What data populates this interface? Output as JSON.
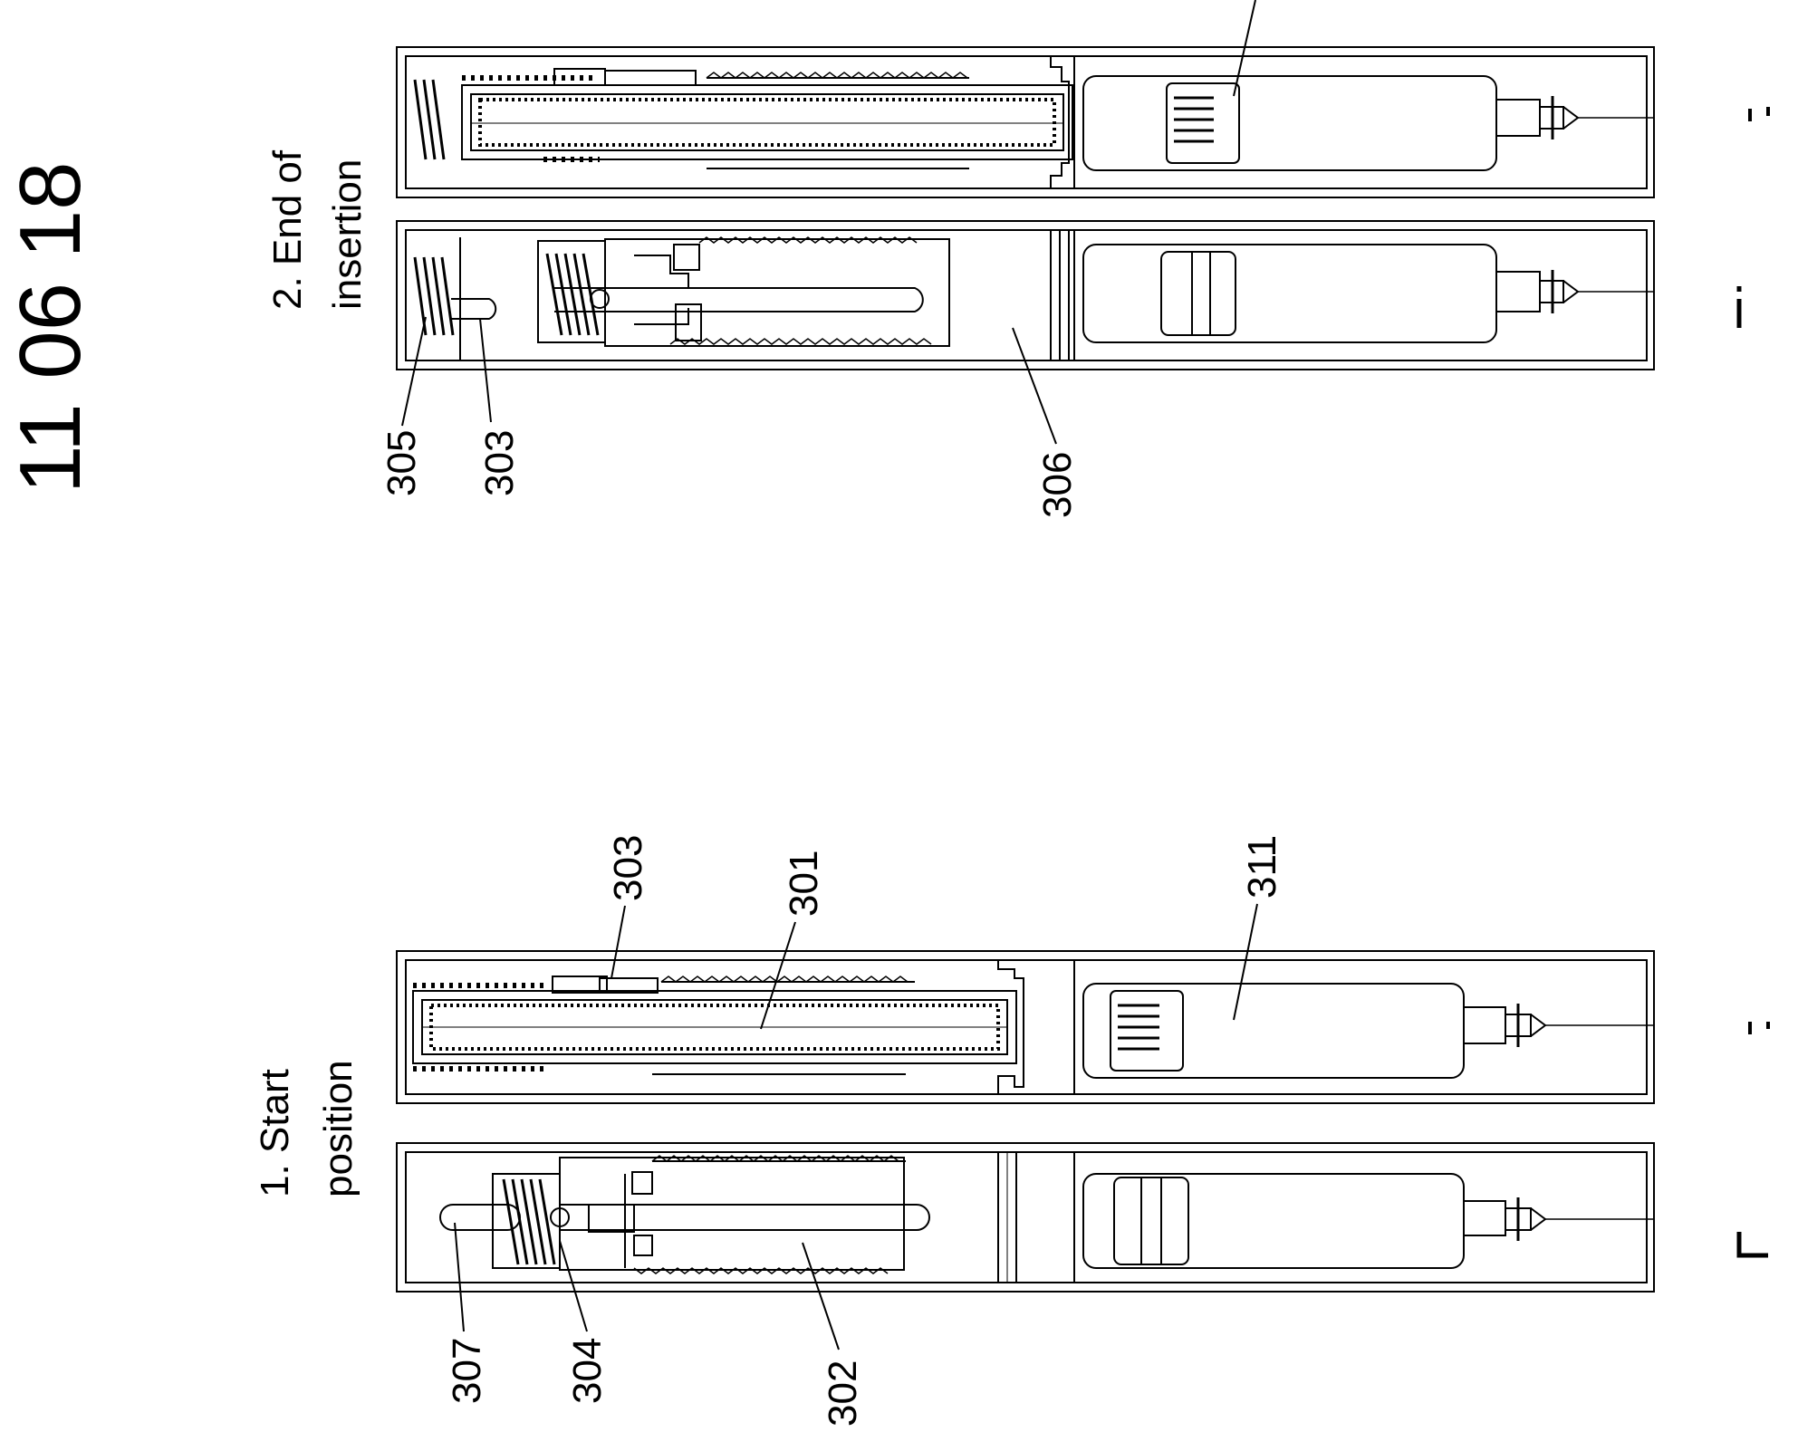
{
  "header": {
    "stamp": "11 06 18"
  },
  "figures": {
    "start": {
      "caption_line1": "1. Start",
      "caption_line2": "position",
      "refs": {
        "r303": "303",
        "r301": "301",
        "r311": "311",
        "r307": "307",
        "r304": "304",
        "r302": "302"
      }
    },
    "end": {
      "caption_line1": "2. End of",
      "caption_line2": "insertion",
      "refs": {
        "r305": "305",
        "r303": "303",
        "r306": "306"
      }
    }
  },
  "colors": {
    "line": "#000000",
    "background": "#ffffff"
  }
}
